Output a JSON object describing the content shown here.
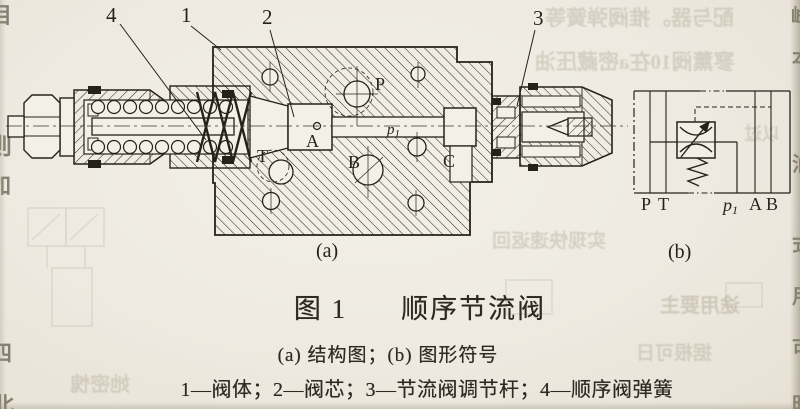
{
  "colors": {
    "paper": "#efece3",
    "ink": "#25221c",
    "bleed": "#b4ab98"
  },
  "figure": {
    "fig_label": "图 1",
    "fig_title": "顺序节流阀",
    "subcaption": "(a) 结构图；(b) 图形符号",
    "parts_legend": "1—阀体；2—阀芯；3—节流阀调节杆；4—顺序阀弹簧",
    "label_a": "(a)",
    "label_b": "(b)"
  },
  "structure": {
    "callouts": [
      {
        "label": "4",
        "points_to": "顺序阀弹簧"
      },
      {
        "label": "1",
        "points_to": "阀体"
      },
      {
        "label": "2",
        "points_to": "阀芯"
      },
      {
        "label": "3",
        "points_to": "节流阀调节杆"
      }
    ],
    "port_labels": {
      "P": "P",
      "A": "A",
      "B": "B",
      "C": "C",
      "T": "T",
      "p1_base": "p",
      "p1_sub": "1"
    }
  },
  "symbol": {
    "port_P": "P",
    "port_T": "T",
    "p1_base": "p",
    "p1_sub": "1",
    "port_A": "A",
    "port_B": "B"
  },
  "scan_artifacts": {
    "fragments": [
      {
        "text": "配与器。推阀弹簧等"
      },
      {
        "text": "寥薰阀10在a密藏压油"
      },
      {
        "text": "以过"
      },
      {
        "text": "实现快速返回"
      },
      {
        "text": "据根可日"
      },
      {
        "text": "她密愧"
      },
      {
        "text": "途用要主"
      }
    ],
    "edge_glyphs": [
      {
        "text": "目"
      },
      {
        "text": "则"
      },
      {
        "text": "加"
      },
      {
        "text": "四"
      },
      {
        "text": "北"
      },
      {
        "text": "峰"
      },
      {
        "text": "本"
      },
      {
        "text": "油"
      },
      {
        "text": "式"
      },
      {
        "text": "用"
      },
      {
        "text": "可"
      },
      {
        "text": "时"
      }
    ]
  }
}
